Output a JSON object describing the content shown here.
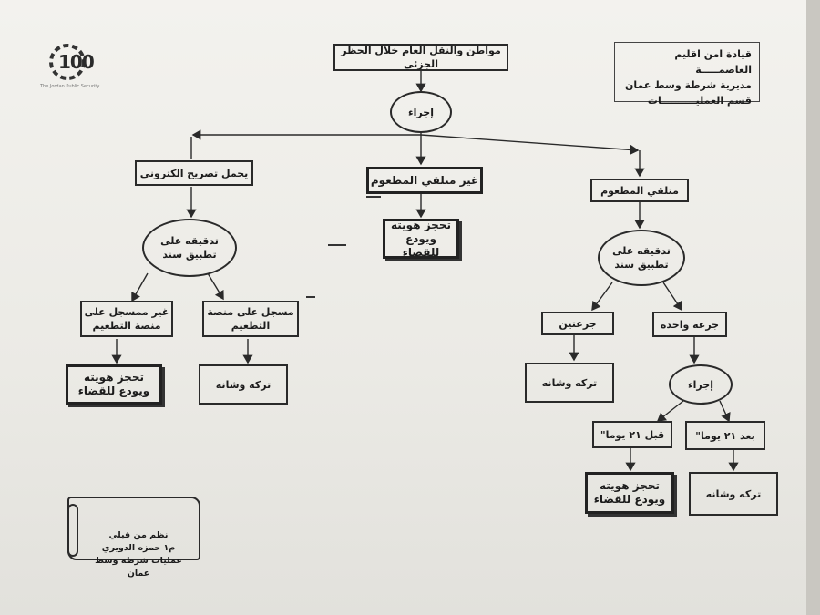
{
  "logo": {
    "number": "100",
    "tagline": "The Jordan Public Security",
    "icon": "centennial-logo-icon"
  },
  "header": {
    "text": "قيادة امن اقليم العاصمـــــة\nمديرية شرطة وسط عمان\nقسم العمليــــــــــات"
  },
  "top_title": "مواطن والنقل العام خلال الحظر الجزئي",
  "procedure_top": "إجراء",
  "branches": {
    "left": "يحمل تصريح الكتروني",
    "middle": "غير متلقي المطعوم",
    "right": "متلقي المطعوم"
  },
  "middle_result": "تحجز هويته\nويودع للقضاء",
  "left_check": "تدقيقه على\nتطبيق سند",
  "left_not_registered": "غير ممسجل على\nمنصة التطعيم",
  "left_registered": "مسجل على منصة\nالتطعيم",
  "left_not_registered_result": "تحجز هويته\nويودع للقضاء",
  "left_registered_result": "تركه وشانه",
  "right_check": "تدقيقه على\nتطبيق سند",
  "right_two_doses": "جرعتين",
  "right_one_dose": "جرعه واحده",
  "right_two_doses_result": "تركه وشانه",
  "right_procedure": "إجراء",
  "right_before_21": "قبل ٢١ يوما\"",
  "right_after_21": "بعد ٢١ يوما\"",
  "right_before_result": "تحجز هويته\nويودع للقضاء",
  "right_after_result": "تركه وشانه",
  "footer_note": "نظم من قبلي\nم١ حمزه الدويري\nعمليات شرطه وسط عمان"
}
